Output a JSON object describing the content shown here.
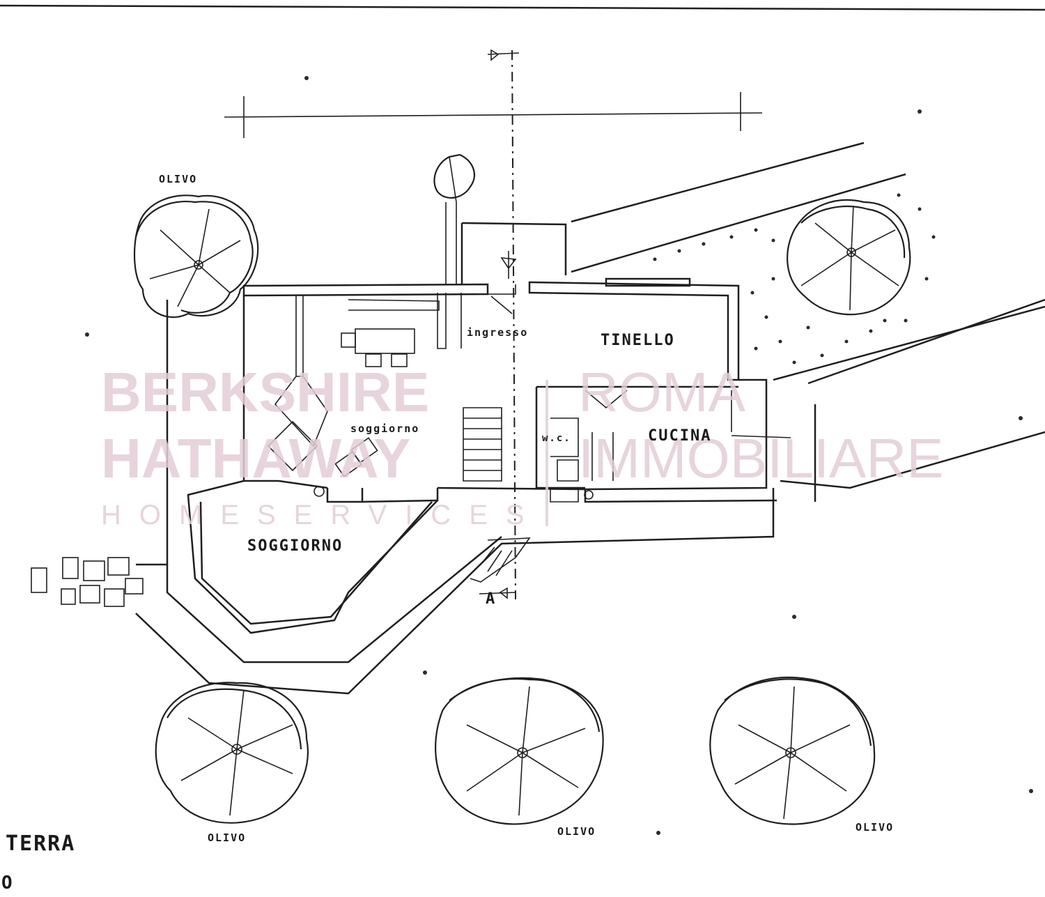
{
  "rooms": {
    "tinello": "TINELLO",
    "ingresso": "ingresso",
    "soggiorno_small": "soggiorno",
    "soggiorno_main": "SOGGIORNO",
    "cucina": "CUCINA",
    "wc": "w.c."
  },
  "trees": {
    "olivo_top": "OLIVO",
    "olivo_1": "OLIVO",
    "olivo_2": "OLIVO",
    "olivo_3": "OLIVO"
  },
  "section_marks": {
    "a_bottom": "A"
  },
  "caption": {
    "floor": "TERRA",
    "second_line": "O"
  },
  "watermark": {
    "brand_line1": "BERKSHIRE",
    "brand_line2": "HATHAWAY",
    "brand_line3": "HOMESERVICES",
    "agency_line1": "ROMA",
    "agency_line2": "IMMOBILIARE",
    "color": "#e3cdd8"
  },
  "colors": {
    "ink": "#1f1f1f",
    "paper": "#ffffff"
  }
}
